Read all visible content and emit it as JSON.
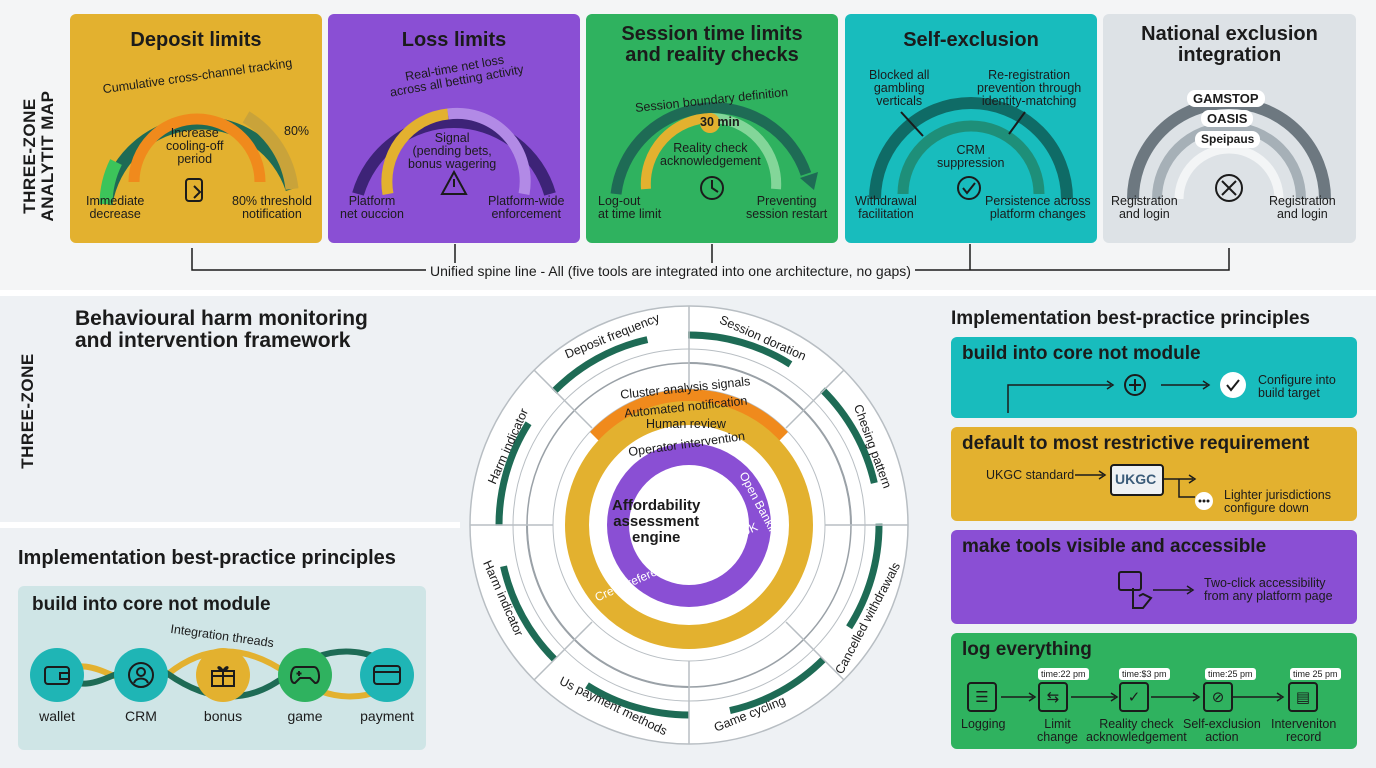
{
  "zone_top_label": "THREE-ZONE\nANALYTIT MAP",
  "zone_mid_label": "THREE-ZONE",
  "cards": {
    "deposit": {
      "title": "Deposit limits",
      "arc_label": "Cumulative cross-channel tracking",
      "center": "Increase\ncooling-off\nperiod",
      "pct": "80%",
      "left": "Immediate\ndecrease",
      "right": "80% threshold\nnotification",
      "color": "#e3b12f"
    },
    "loss": {
      "title": "Loss limits",
      "arc_label": "Real-time net loss\nacross all betting activity",
      "center": "Signal\n(pending bets,\nbonus wagering",
      "left": "Platform\nnet ouccion",
      "right": "Platform-wide\nenforcement",
      "color": "#8a4fd4"
    },
    "session": {
      "title": "Session time limits\nand reality checks",
      "arc_label": "Session boundary definition",
      "timer": "30 min",
      "center": "Reality check\nacknowledgement",
      "left": "Log-out\nat time limit",
      "right": "Preventing\nsession restart",
      "color": "#2fb25f"
    },
    "selfex": {
      "title": "Self-exclusion",
      "top_left": "Blocked all\ngambling\nverticals",
      "top_right": "Re-registration\nprevention through\nidentity-matching",
      "center": "CRM\nsuppression",
      "left": "Withdrawal\nfacilitation",
      "right": "Persistence across\nplatform changes",
      "color": "#18bcbd"
    },
    "national": {
      "title": "National exclusion\nintegration",
      "badges": [
        "GAMSTOP",
        "OASIS",
        "Speipaus"
      ],
      "left": "Registration\nand login",
      "right": "Registration\nand login",
      "color": "#dde2e6"
    }
  },
  "spine_text": "Unified spine line - All (five tools are integrated into one architecture, no gaps)",
  "behavioural_title": "Behavioural harm monitoring\nand intervention framework",
  "wheel": {
    "center": "Affordability\nassessment\nengine",
    "inner_ring": [
      "Open Banking",
      "Credit reference data feed for UK"
    ],
    "rings": [
      "Cluster analysis signals",
      "Automated notification",
      "Human review",
      "Operator intervention"
    ],
    "segments": [
      "Deposit frequency",
      "Session doration",
      "Chesing pattern",
      "Cancelled withdrawals",
      "Game cycling",
      "Us payment methods",
      "Harm indicator",
      "Harm indicator"
    ]
  },
  "left_principles": {
    "heading": "Implementation best-practice principles",
    "panel_title": "build into core not module",
    "threads_label": "Integration threads",
    "modules": [
      {
        "label": "wallet",
        "icon": "wallet-icon",
        "color": "#1fb5b5"
      },
      {
        "label": "CRM",
        "icon": "user-icon",
        "color": "#1fb5b5"
      },
      {
        "label": "bonus",
        "icon": "gift-icon",
        "color": "#e3b12f"
      },
      {
        "label": "game",
        "icon": "gamepad-icon",
        "color": "#2fb25f"
      },
      {
        "label": "payment",
        "icon": "card-icon",
        "color": "#1fb5b5"
      }
    ]
  },
  "right_principles": {
    "heading": "Implementation best-practice principles",
    "p1": {
      "title": "build into core not module",
      "target": "Configure into\nbuild target",
      "color": "#18bcbd"
    },
    "p2": {
      "title": "default to most restrictive requirement",
      "standard": "UKGC standard",
      "badge": "UKGC",
      "down": "Lighter jurisdictions\nconfigure down",
      "color": "#e3b12f"
    },
    "p3": {
      "title": "make tools visible and accessible",
      "access": "Two-click accessibility\nfrom any platform page",
      "color": "#8a4fd4"
    },
    "p4": {
      "title": "log everything",
      "color": "#2fb25f",
      "steps": [
        {
          "label": "Logging",
          "time": ""
        },
        {
          "label": "Limit\nchange",
          "time": "time:22 pm"
        },
        {
          "label": "Reality check\nacknowledgement",
          "time": "time:$3 pm"
        },
        {
          "label": "Self-exclusion\naction",
          "time": "time:25 pm"
        },
        {
          "label": "Interveniton\nrecord",
          "time": "time 25 pm"
        }
      ]
    }
  }
}
